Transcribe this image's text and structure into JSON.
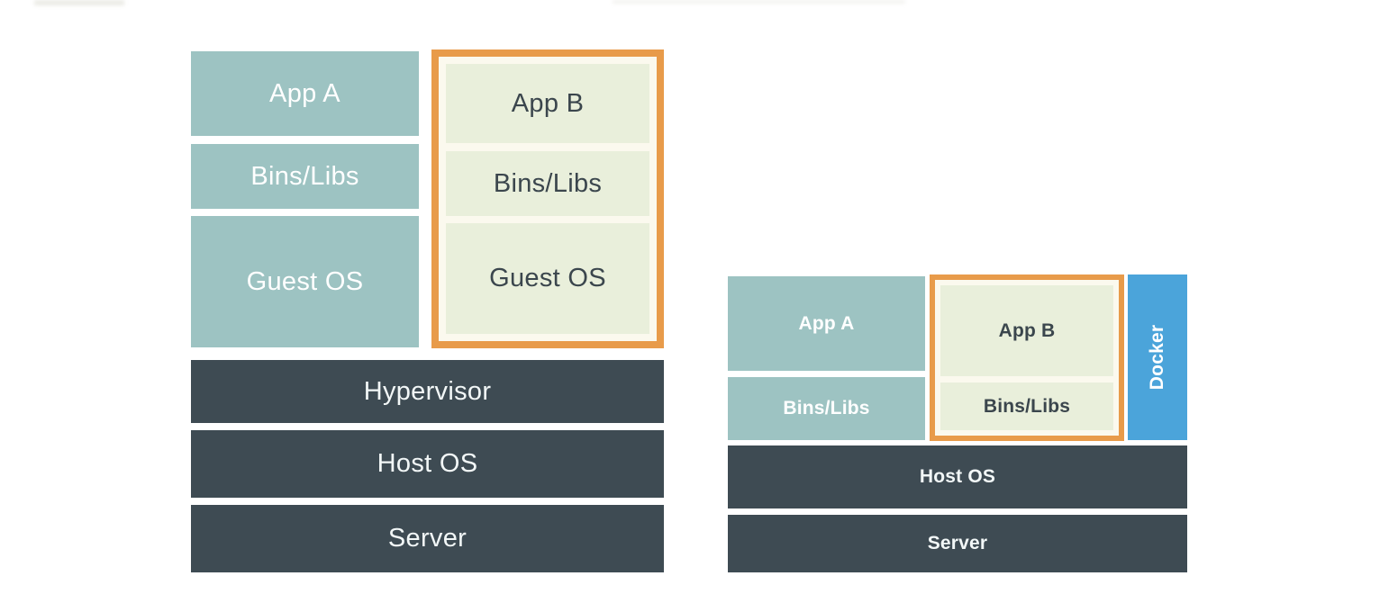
{
  "colors": {
    "teal": "#9dc3c2",
    "light_green": "#e9efdb",
    "orange": "#e89b4a",
    "orange_box_bg": "#fbf9ee",
    "dark_slate": "#3e4b53",
    "docker_blue": "#4ba4da",
    "text_dark": "#3b464d"
  },
  "vm_diagram": {
    "vm_a": {
      "app": "App A",
      "bins": "Bins/Libs",
      "os": "Guest OS"
    },
    "vm_b": {
      "app": "App B",
      "bins": "Bins/Libs",
      "os": "Guest OS"
    },
    "hypervisor": "Hypervisor",
    "host_os": "Host OS",
    "server": "Server"
  },
  "docker_diagram": {
    "container_a": {
      "app": "App A",
      "bins": "Bins/Libs"
    },
    "container_b": {
      "app": "App B",
      "bins": "Bins/Libs"
    },
    "docker": "Docker",
    "host_os": "Host OS",
    "server": "Server"
  }
}
